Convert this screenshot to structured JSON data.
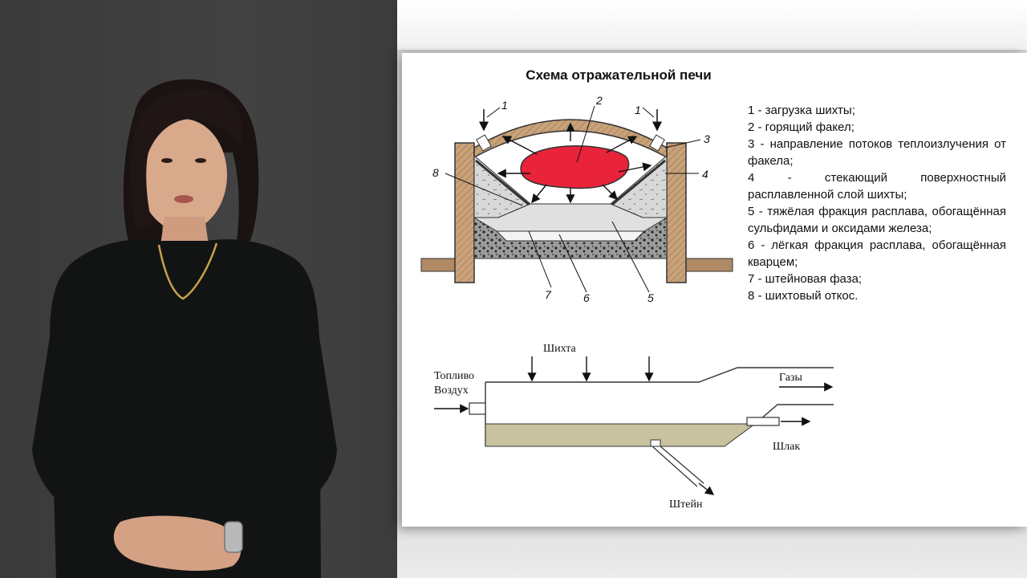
{
  "slide": {
    "title": "Схема отражательной печи",
    "legend": [
      "1 - загрузка шихты;",
      "2 - горящий факел;",
      "3 - направление потоков теплоизлучения от факела;",
      "4 - стекающий поверхностный расплавленной слой шихты;",
      "5 - тяжёлая фракция расплава, обогащённая сульфидами и оксидами железа;",
      "6 - лёгкая фракция расплава, обогащённая кварцем;",
      "7 - штейновая фаза;",
      "8 - шихтовый откос."
    ]
  },
  "furnace_diagram": {
    "callouts": [
      "1",
      "2",
      "1",
      "3",
      "8",
      "4",
      "7",
      "6",
      "5"
    ]
  },
  "flow_diagram": {
    "charge_label": "Шихта",
    "fuel_label": "Топливо",
    "air_label": "Воздух",
    "gases_label": "Газы",
    "slag_label": "Шлак",
    "matte_label": "Штейн"
  },
  "colors": {
    "flame": "#e8233a",
    "wall": "#c9a27a",
    "slag_layer": "#c9c2a0",
    "presenter_bg": "#3e3e3e"
  }
}
